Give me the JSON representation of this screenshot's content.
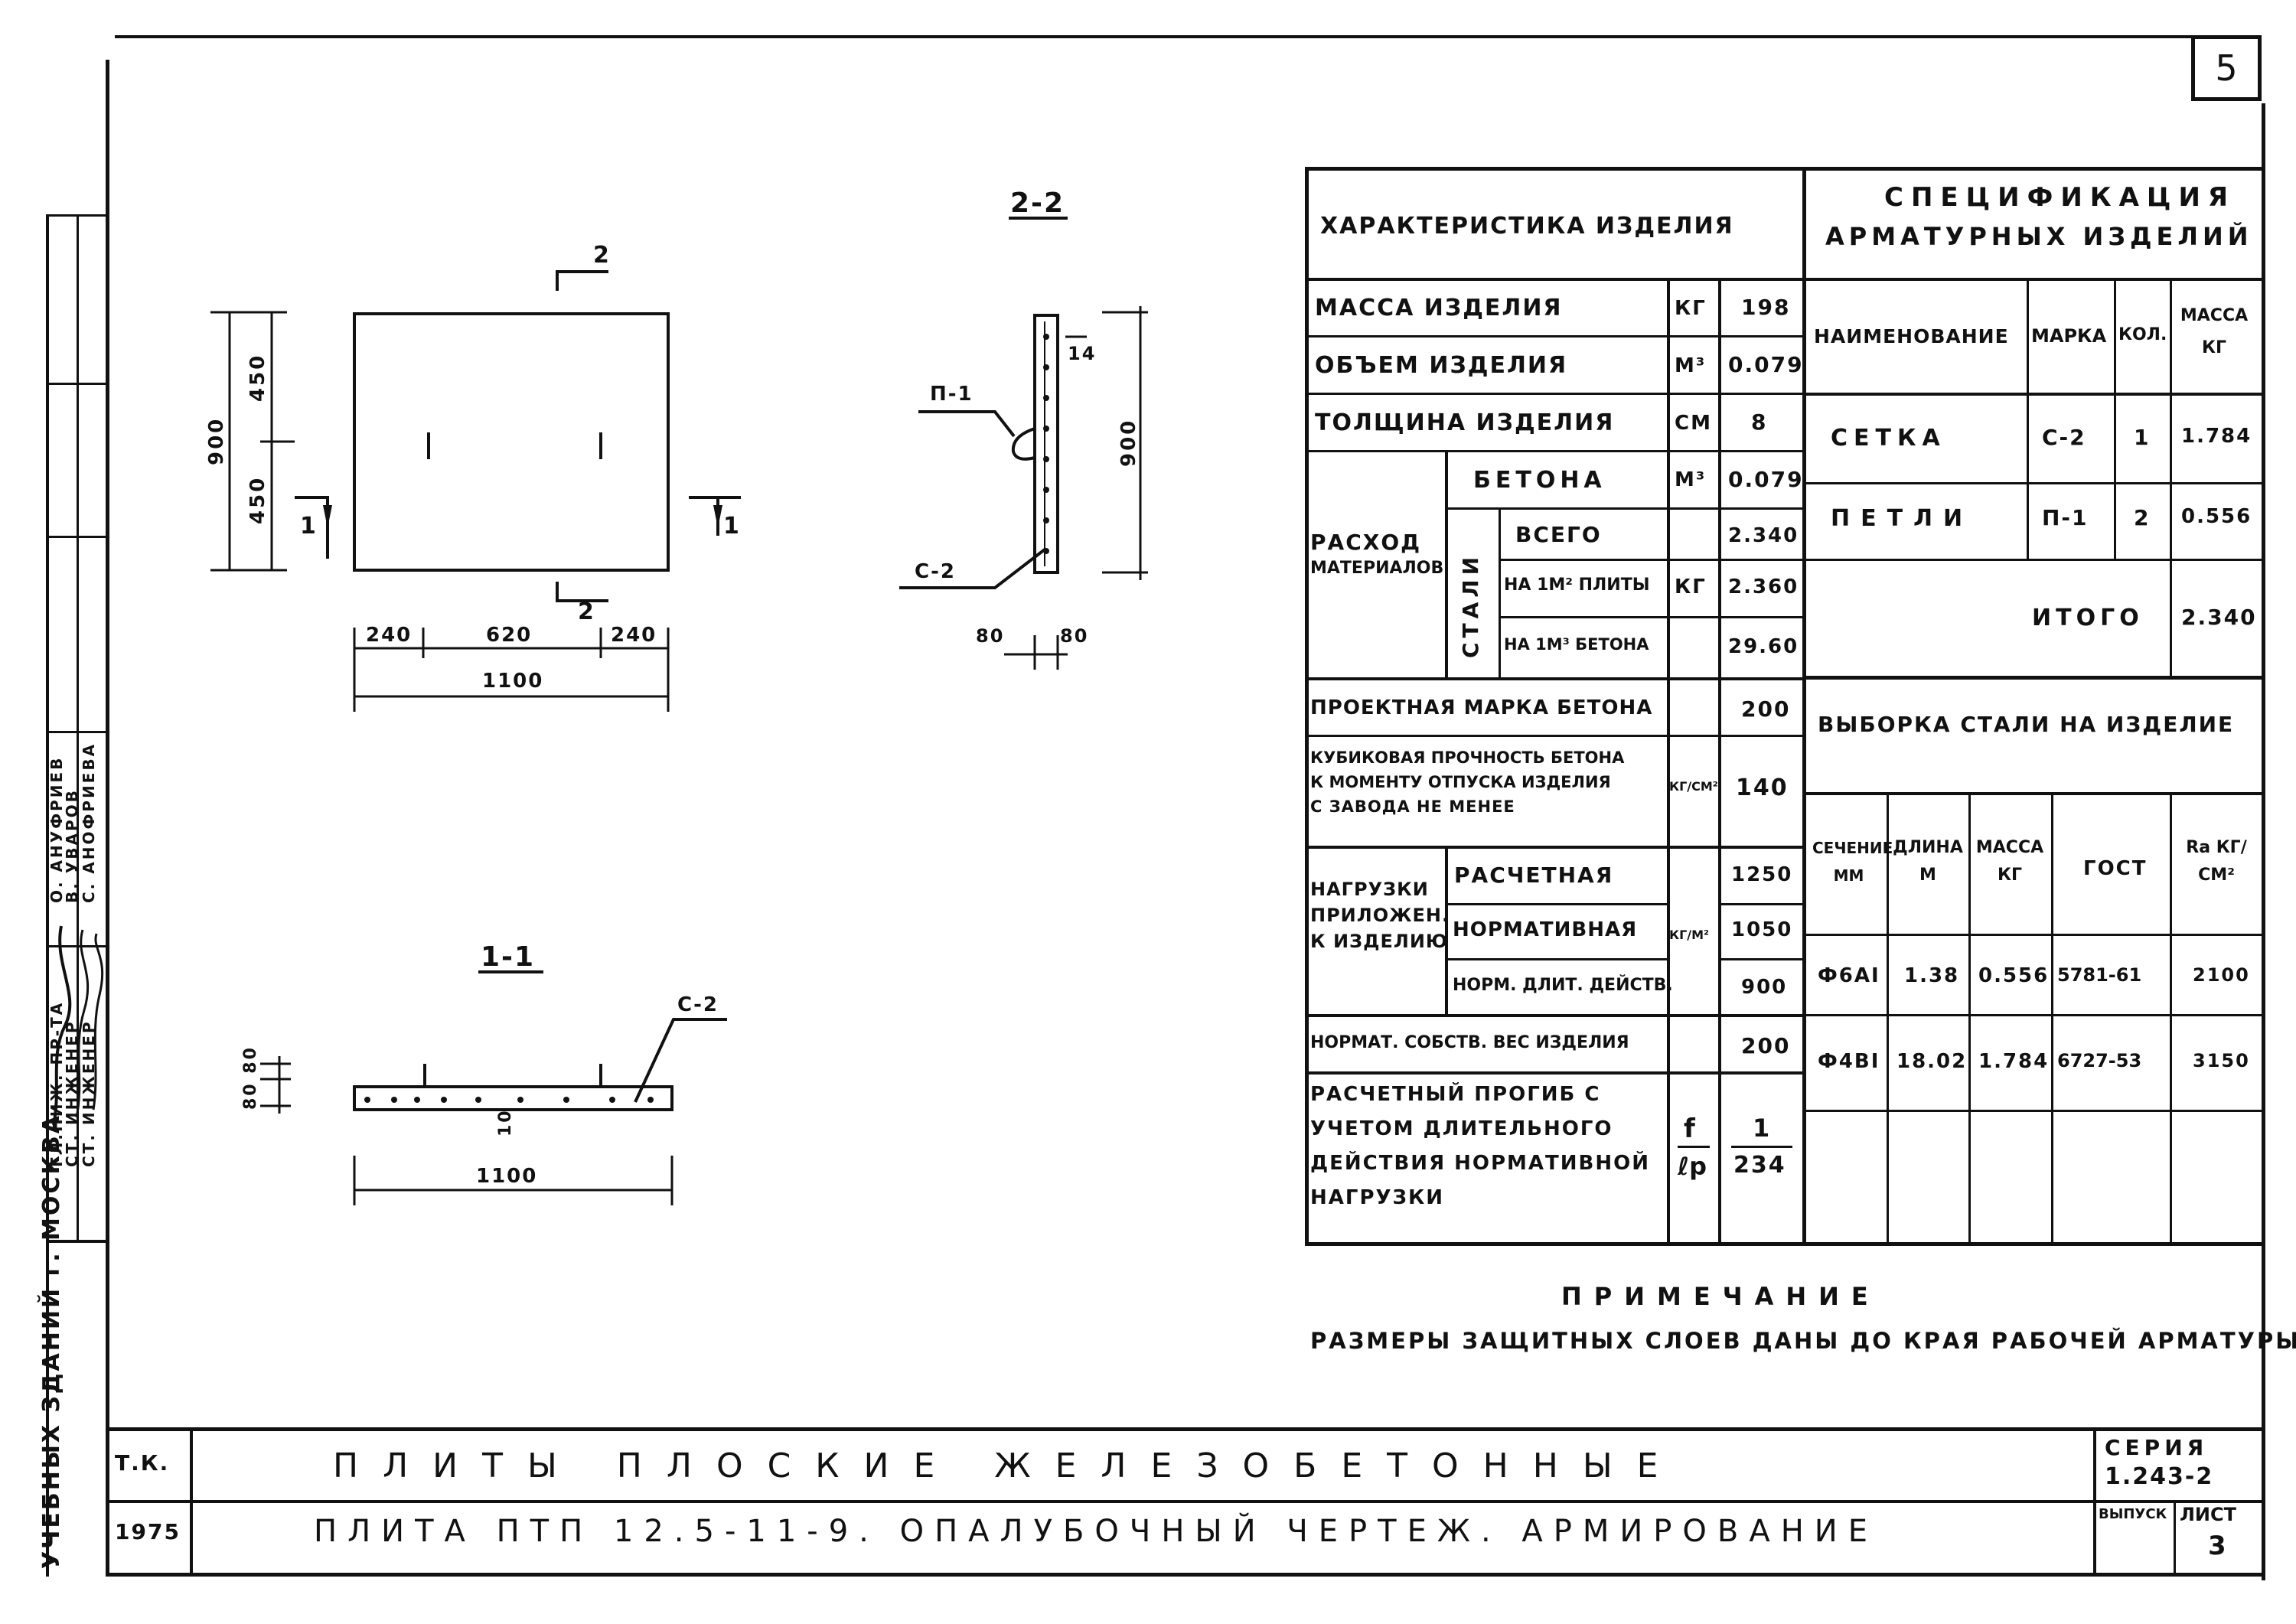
{
  "sheet_number": "5",
  "side_strip": {
    "org": "УЧЕБНЫХ ЗДАНИЙ г. МОСКВА",
    "roles": [
      "ГЛ.НИЖ. ПР-ТА",
      "СТ. ИНЖЕНЕР",
      "СТ. ИНЖЕНЕР"
    ],
    "names": [
      "О. АНУФРИЕВ",
      "В. УВАРОВ",
      "С. АНОФРИЕВА"
    ]
  },
  "plan": {
    "height_total": "900",
    "h_half_top": "450",
    "h_half_bottom": "450",
    "w_left": "240",
    "w_mid": "620",
    "w_right": "240",
    "w_total": "1100",
    "mark_section2": "2",
    "mark_section1": "1"
  },
  "section22": {
    "title": "2-2",
    "p1": "П-1",
    "c2": "С-2",
    "top_dim": "14",
    "height": "900",
    "w_left": "80",
    "w_right": "80"
  },
  "section11": {
    "title": "1-1",
    "c2": "С-2",
    "dims_left": "80 80",
    "depth": "10",
    "width": "1100"
  },
  "char_table": {
    "title": "ХАРАКТЕРИСТИКА ИЗДЕЛИЯ",
    "rows": [
      {
        "label": "МАССА ИЗДЕЛИЯ",
        "unit": "КГ",
        "value": "198"
      },
      {
        "label": "ОБЪЕМ ИЗДЕЛИЯ",
        "unit": "М³",
        "value": "0.079"
      },
      {
        "label": "ТОЛЩИНА ИЗДЕЛИЯ",
        "unit": "СМ",
        "value": "8"
      }
    ],
    "consumption": {
      "label1": "РАСХОД",
      "label2": "МАТЕРИАЛОВ",
      "concrete_label": "БЕТОНА",
      "concrete_unit": "М³",
      "concrete_value": "0.079",
      "steel_label": "СТАЛИ",
      "steel_unit": "КГ",
      "steel_rows": [
        {
          "label": "ВСЕГО",
          "value": "2.340"
        },
        {
          "label": "НА 1М² ПЛИТЫ",
          "value": "2.360"
        },
        {
          "label": "НА 1М³ БЕТОНА",
          "value": "29.60"
        }
      ]
    },
    "grade_label": "ПРОЕКТНАЯ МАРКА БЕТОНА",
    "grade_value": "200",
    "strength_lines": [
      "КУБИКОВАЯ ПРОЧНОСТЬ БЕТОНА",
      "К МОМЕНТУ ОТПУСКА ИЗДЕЛИЯ",
      "С ЗАВОДА НЕ МЕНЕЕ"
    ],
    "strength_unit": "КГ/СМ²",
    "strength_value": "140",
    "loads": {
      "label_lines": [
        "НАГРУЗКИ",
        "ПРИЛОЖЕН.",
        "К ИЗДЕЛИЮ"
      ],
      "unit": "КГ/М²",
      "rows": [
        {
          "label": "РАСЧЕТНАЯ",
          "value": "1250"
        },
        {
          "label": "НОРМАТИВНАЯ",
          "value": "1050"
        },
        {
          "label": "НОРМ. ДЛИТ. ДЕЙСТВ.",
          "value": "900"
        }
      ]
    },
    "selfweight_label": "НОРМАТ. СОБСТВ. ВЕС ИЗДЕЛИЯ",
    "selfweight_value": "200",
    "deflection_lines": [
      "РАСЧЕТНЫЙ ПРОГИБ С",
      "УЧЕТОМ ДЛИТЕЛЬНОГО",
      "ДЕЙСТВИЯ НОРМАТИВНОЙ",
      "НАГРУЗКИ"
    ],
    "deflection_unit_num": "f",
    "deflection_unit_den": "ℓр",
    "deflection_num": "1",
    "deflection_den": "234"
  },
  "spec_table": {
    "title1": "СПЕЦИФИКАЦИЯ",
    "title2": "АРМАТУРНЫХ ИЗДЕЛИЙ",
    "headers": [
      "НАИМЕНОВАНИЕ",
      "МАРКА",
      "КОЛ.",
      "МАССА КГ"
    ],
    "rows": [
      {
        "name": "СЕТКА",
        "mark": "С-2",
        "qty": "1",
        "mass": "1.784"
      },
      {
        "name": "ПЕТЛИ",
        "mark": "П-1",
        "qty": "2",
        "mass": "0.556"
      }
    ],
    "total_label": "ИТОГО",
    "total_value": "2.340"
  },
  "steel_table": {
    "title": "ВЫБОРКА СТАЛИ НА ИЗДЕЛИЕ",
    "headers": [
      "СЕЧЕНИЕ ММ",
      "ДЛИНА М",
      "МАССА КГ",
      "ГОСТ",
      "Ra КГ/СМ²"
    ],
    "rows": [
      {
        "section": "Ф6АI",
        "length": "1.38",
        "mass": "0.556",
        "gost": "5781-61",
        "ra": "2100"
      },
      {
        "section": "Ф4ВI",
        "length": "18.02",
        "mass": "1.784",
        "gost": "6727-53",
        "ra": "3150"
      }
    ]
  },
  "note": {
    "title": "ПРИМЕЧАНИЕ",
    "text": "РАЗМЕРЫ ЗАЩИТНЫХ СЛОЕВ ДАНЫ ДО КРАЯ РАБОЧЕЙ АРМАТУРЫ"
  },
  "title_block": {
    "org": "Т.К.",
    "year": "1975",
    "line1": "ПЛИТЫ ПЛОСКИЕ ЖЕЛЕЗОБЕТОННЫЕ",
    "line2": "ПЛИТА ПТП 12.5-11-9. ОПАЛУБОЧНЫЙ ЧЕРТЕЖ. АРМИРОВАНИЕ",
    "series_label": "СЕРИЯ",
    "series_value": "1.243-2",
    "issue_label": "ВЫПУСК",
    "sheet_label": "ЛИСТ",
    "sheet_value": "3"
  }
}
